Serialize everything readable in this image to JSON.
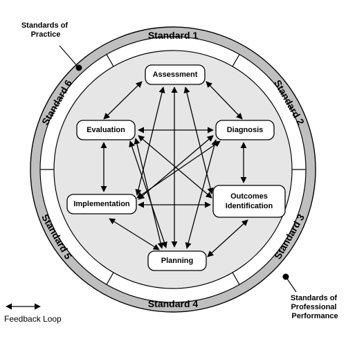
{
  "callouts": {
    "standards_of_practice": [
      "Standards of",
      "Practice"
    ],
    "standards_of_professional_performance": [
      "Standards of",
      "Professional",
      "Performance"
    ],
    "feedback_loop": "Feedback Loop"
  },
  "standards": [
    {
      "id": "standard-1",
      "label": "Standard 1"
    },
    {
      "id": "standard-2",
      "label": "Standard 2"
    },
    {
      "id": "standard-3",
      "label": "Standard 3"
    },
    {
      "id": "standard-4",
      "label": "Standard 4"
    },
    {
      "id": "standard-5",
      "label": "Standard 5"
    },
    {
      "id": "standard-6",
      "label": "Standard 6"
    }
  ],
  "nodes": [
    {
      "id": "assessment",
      "lines": [
        "Assessment"
      ]
    },
    {
      "id": "diagnosis",
      "lines": [
        "Diagnosis"
      ]
    },
    {
      "id": "outcomes-identification",
      "lines": [
        "Outcomes",
        "Identification"
      ]
    },
    {
      "id": "planning",
      "lines": [
        "Planning"
      ]
    },
    {
      "id": "implementation",
      "lines": [
        "Implementation"
      ]
    },
    {
      "id": "evaluation",
      "lines": [
        "Evaluation"
      ]
    }
  ],
  "colors": {
    "outer_ring": "#bfbfbf",
    "inner_disc": "#e6e6e6",
    "band": "#ffffff",
    "ink": "#000000"
  }
}
